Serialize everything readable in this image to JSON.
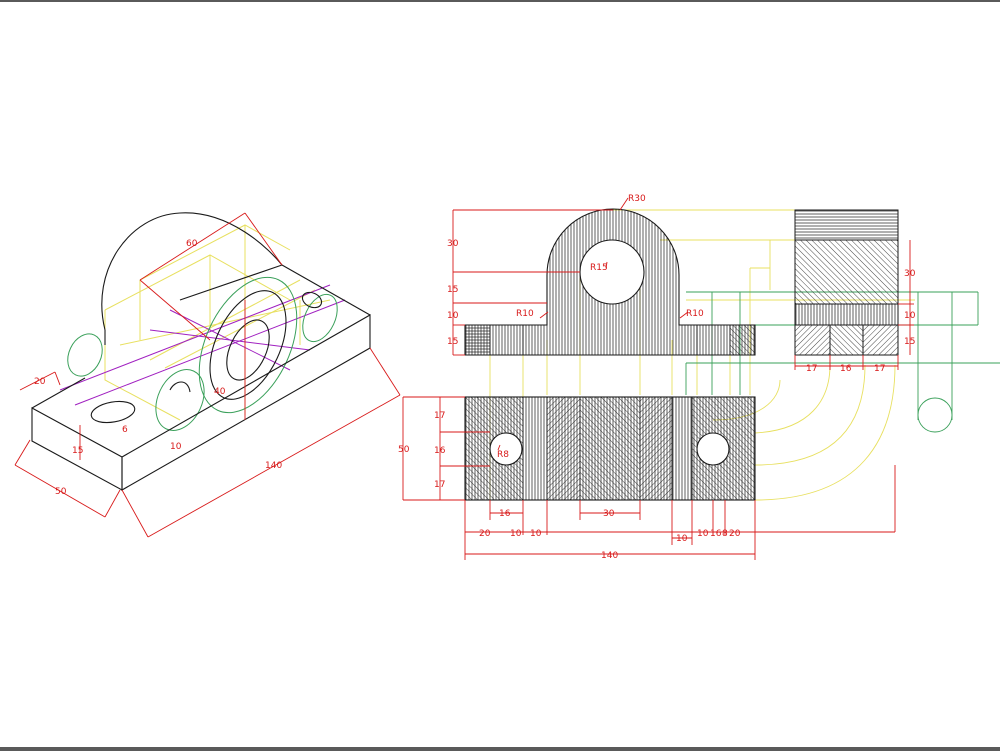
{
  "colors": {
    "outline": "#1a1a1a",
    "dimension": "#d81a1a",
    "construction": "#e8e060",
    "centerline": "#3aa05a",
    "hidden": "#a020c0",
    "hatch": "#1a1a1a"
  },
  "isometric": {
    "dims": {
      "d60": "60",
      "d20": "20",
      "d40": "40",
      "d6": "6",
      "d15": "15",
      "d10": "10",
      "d50": "50",
      "d140": "140"
    }
  },
  "front_view": {
    "dims": {
      "r30": "R30",
      "r15": "R15",
      "r10_left": "R10",
      "r10_right": "R10",
      "h30": "30",
      "h15a": "15",
      "h10": "10",
      "h15b": "15"
    }
  },
  "side_view": {
    "dims": {
      "h30": "30",
      "h10": "10",
      "h15": "15",
      "w17a": "17",
      "w16": "16",
      "w17b": "17"
    }
  },
  "top_view": {
    "dims": {
      "h50": "50",
      "h17a": "17",
      "h16": "16",
      "h17b": "17",
      "r8": "R8",
      "w16": "16",
      "w30": "30",
      "w20": "20",
      "w10a": "10",
      "w10b": "10",
      "w10c": "10",
      "w10d": "10",
      "w16b": "16",
      "w8": "8",
      "w20b": "20",
      "w140": "140"
    }
  }
}
